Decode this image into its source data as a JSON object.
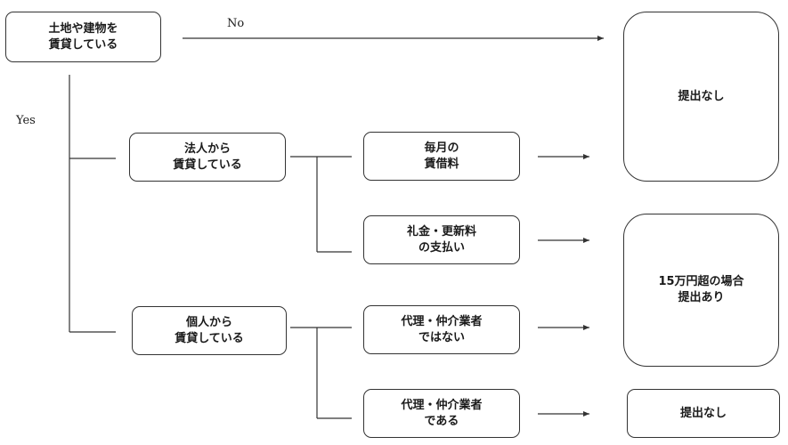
{
  "nodes": {
    "root": "土地や建物を\n賃貸している",
    "corp": "法人から\n賃貸している",
    "individual": "個人から\n賃貸している",
    "monthly": "毎月の\n賃借料",
    "key_money": "礼金・更新料\nの支払い",
    "not_agent": "代理・仲介業者\nではない",
    "agent": "代理・仲介業者\nである",
    "no_submit_top": "提出なし",
    "submit_over": "15万円超の場合\n提出あり",
    "no_submit_bottom": "提出なし"
  },
  "labels": {
    "no": "No",
    "yes": "Yes"
  },
  "colors": {
    "stroke": "#333333",
    "text": "#1a1a1a",
    "background": "#ffffff"
  }
}
